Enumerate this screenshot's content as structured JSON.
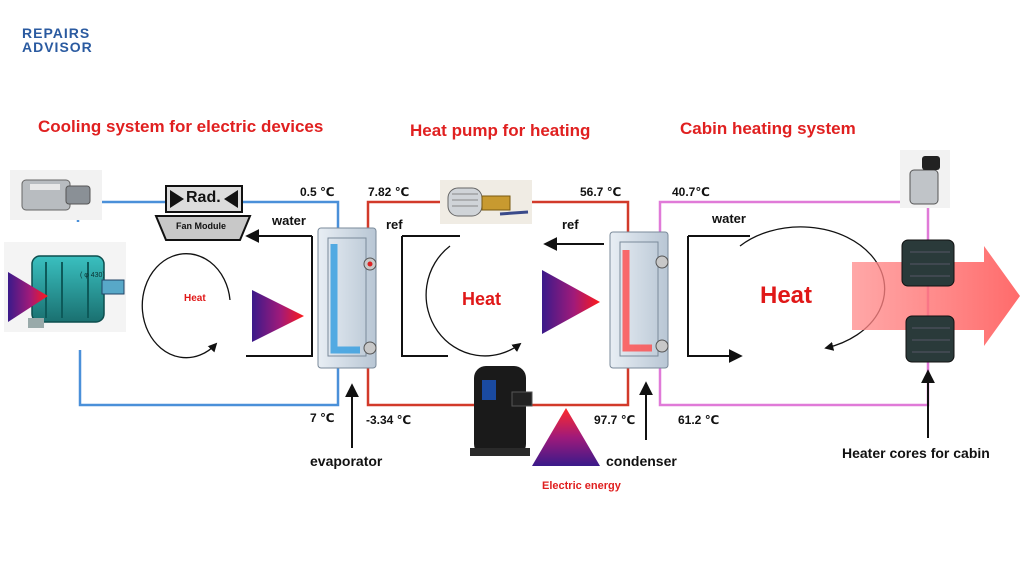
{
  "logo": {
    "line1": "REPAIRS",
    "line2": "ADVISOR"
  },
  "sections": {
    "cooling": "Cooling system for electric devices",
    "heatpump": "Heat pump for heating",
    "cabin": "Cabin heating system"
  },
  "temps": {
    "t1": "0.5 ℃",
    "t2": "7.82 ℃",
    "t3": "56.7 ℃",
    "t4": "40.7℃",
    "t5": "7 ℃",
    "t6": "-3.34 ℃",
    "t7": "97.7 ℃",
    "t8": "61.2 ℃"
  },
  "loop_labels": {
    "water_left": "water",
    "water_right": "water",
    "ref_left": "ref",
    "ref_right": "ref"
  },
  "heat_labels": {
    "small": "Heat",
    "medium": "Heat",
    "large": "Heat"
  },
  "components": {
    "radiator": "Rad.",
    "fan_module": "Fan Module",
    "motor_mark": "( φ 430)",
    "evaporator": "evaporator",
    "condenser": "condenser",
    "electric_energy": "Electric energy",
    "heater_cores": "Heater cores for cabin"
  },
  "colors": {
    "cooling_loop": "#4a90d9",
    "heatpump_loop": "#d23a2a",
    "cabin_loop": "#e07ad8",
    "title_red": "#e02020"
  }
}
